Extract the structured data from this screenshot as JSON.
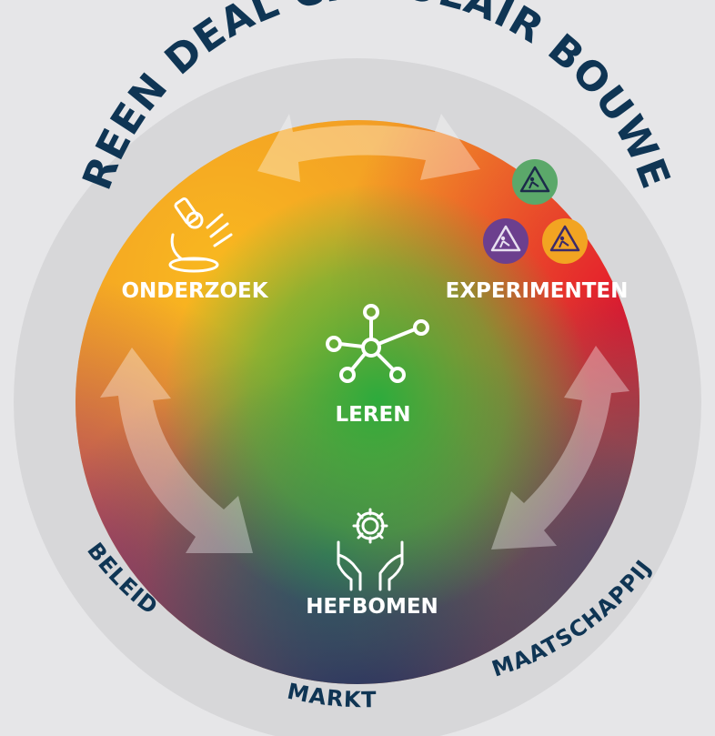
{
  "ring": {
    "top_title": "GREEN DEAL CIRCULAIR BOUWEN",
    "beleid": "BELEID",
    "markt": "MARKT",
    "maatschappij": "MAATSCHAPPIJ"
  },
  "nodes": {
    "onderzoek": "ONDERZOEK",
    "experimenten": "EXPERIMENTEN",
    "leren": "LEREN",
    "hefbomen": "HEFBOMEN"
  },
  "icons": {
    "onderzoek": "microscope-icon",
    "experimenten": "worker-warning-signs-icon",
    "leren": "network-hub-icon",
    "hefbomen": "hands-gear-icon"
  },
  "colors": {
    "ring": "#d6d6d8",
    "ring_text": "#0f3554",
    "orange": "#f6a31f",
    "green": "#2aa84a",
    "red": "#e42d2d",
    "navy": "#1d2d6a",
    "sign_green": "#5aa96b",
    "sign_purple": "#6c3f8e",
    "sign_orange": "#f2a422"
  }
}
